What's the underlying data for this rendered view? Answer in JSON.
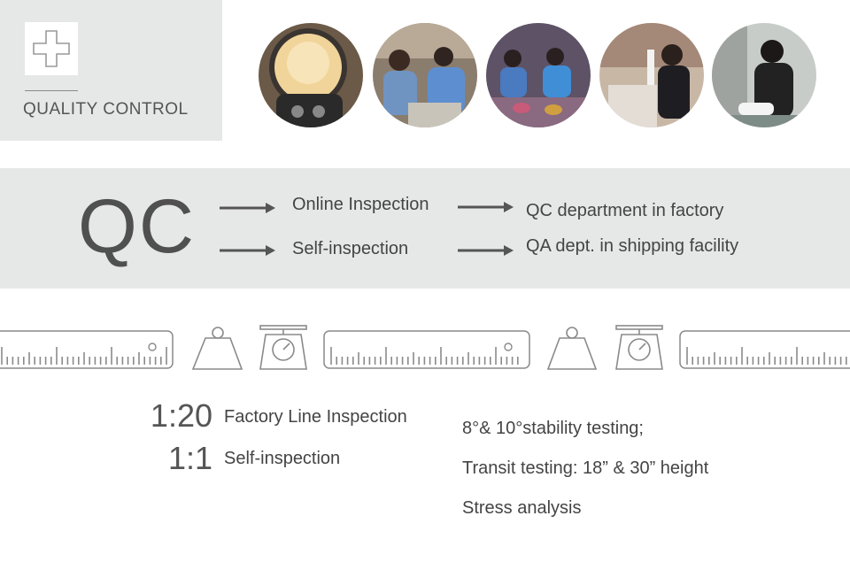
{
  "header": {
    "title": "QUALITY CONTROL",
    "icon": "plus-icon"
  },
  "photos": [
    {
      "name": "photo-lamp-inspection"
    },
    {
      "name": "photo-workers-line"
    },
    {
      "name": "photo-workers-group"
    },
    {
      "name": "photo-worker-checking"
    },
    {
      "name": "photo-worker-gloves"
    }
  ],
  "flow": {
    "main_label": "QC",
    "step1": "Online Inspection",
    "step2": "Self-inspection",
    "result1": "QC department in factory",
    "result2": "QA dept. in shipping facility"
  },
  "tools_icons": [
    "ruler-icon",
    "weight-icon",
    "scale-icon",
    "ruler-icon",
    "weight-icon",
    "scale-icon",
    "ruler-icon"
  ],
  "ratios": [
    {
      "ratio": "1:20",
      "label": "Factory Line Inspection"
    },
    {
      "ratio": "1:1",
      "label": "Self-inspection"
    }
  ],
  "tests": [
    "8°& 10°stability testing;",
    "Transit testing: 18” & 30” height",
    "Stress analysis"
  ],
  "colors": {
    "panel": "#e6e7e7",
    "text": "#444444",
    "icon": "#8a8a8a"
  }
}
